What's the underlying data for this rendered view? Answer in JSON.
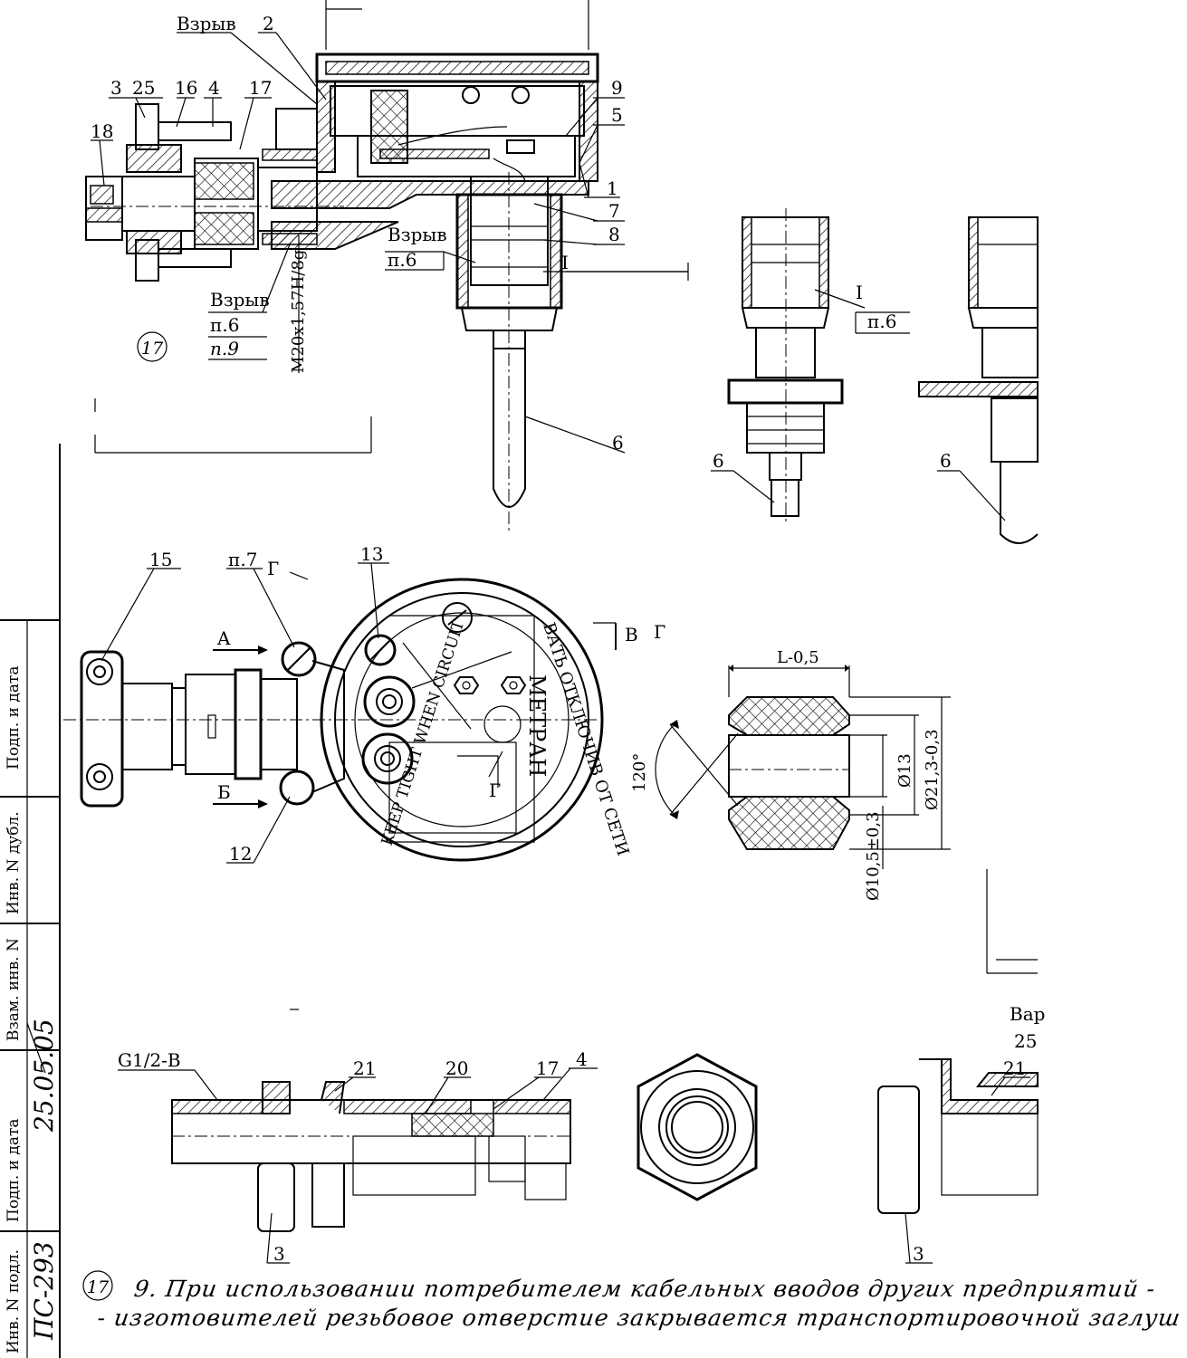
{
  "callouts": {
    "vzryv": "Взрыв",
    "p6": "п.6",
    "p7": "п.7",
    "p9": "п.9",
    "n1": "1",
    "n2": "2",
    "n3": "3",
    "n4": "4",
    "n5": "5",
    "n6": "6",
    "n7": "7",
    "n8": "8",
    "n9": "9",
    "n12": "12",
    "n13": "13",
    "n15": "15",
    "n16": "16",
    "n17": "17",
    "n18": "18",
    "n20": "20",
    "n21": "21",
    "n25": "25",
    "thread_metric": "M20x1,57H/8g",
    "thread_pipe": "G1/2-B",
    "view_I": "I",
    "view_A": "A",
    "view_B": "Б",
    "view_V": "B",
    "view_G": "Г",
    "var_partial": "Вар",
    "var_num_partial": "25"
  },
  "revision_mark": "17",
  "dimensions": {
    "length": "L-0,5",
    "angle": "120°",
    "d13": "Ø13",
    "d21": "Ø21,3-0,3",
    "d10": "Ø10,5±0,3"
  },
  "dial_text": {
    "brand": "МЕТРАН",
    "warn_ru": "ВАТЬ ОТКЛЮЧИВ ОТ СЕТИ",
    "warn_en": "KEEP TIGHT WHEN CIRCUIT"
  },
  "title_block": {
    "podp_data_1": "Подп. и дата",
    "inv_dubl": "Инв. N дубл.",
    "vzam_inv": "Взам. инв. N",
    "podp_data_2": "Подп. и дата",
    "inv_podl": "Инв. N подл.",
    "signature_date": "25.05.05",
    "doc_number": "ПС-293"
  },
  "note": {
    "line1": "9. При использовании потребителем кабельных вводов других предприятий -",
    "line2": "- изготовителей резьбовое отверстие закрывается транспортировочной заглуш"
  }
}
